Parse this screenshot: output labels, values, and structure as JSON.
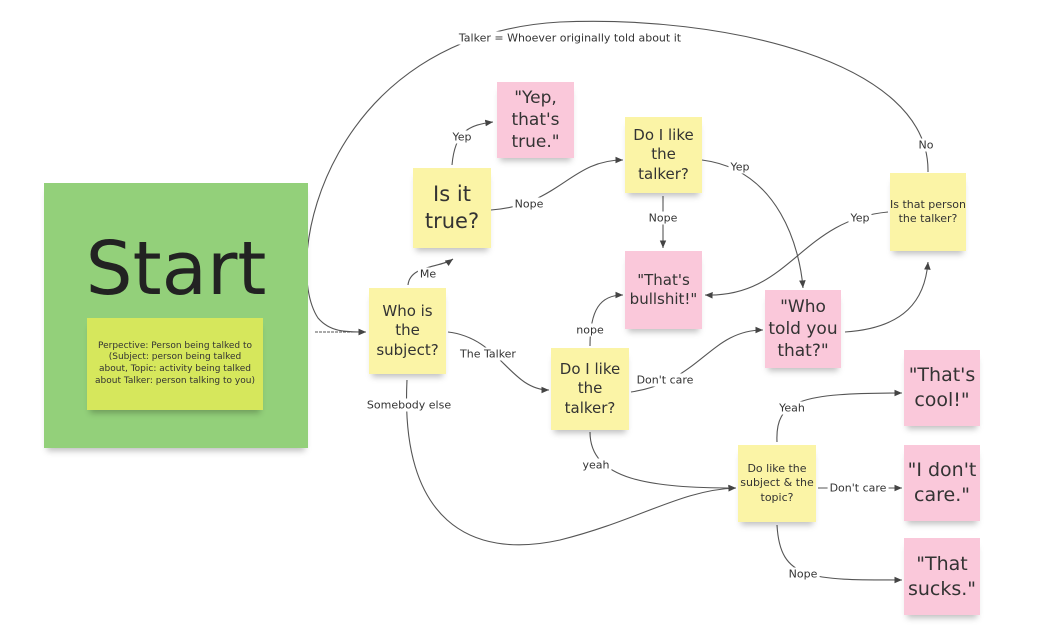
{
  "start": {
    "title": "Start",
    "legend": "Perpective: Person being talked to (Subject: person being talked about, Topic: activity being talked about Talker: person talking to you)"
  },
  "notes": {
    "who_subject": "Who is the subject?",
    "is_it_true": "Is it true?",
    "yep_true": "\"Yep, that's true.\"",
    "like_talker_1": "Do I like the talker?",
    "bullshit": "\"That's bullshit!\"",
    "like_talker_2": "Do I like the talker?",
    "who_told": "\"Who told you that?\"",
    "is_person_talker": "Is that person the talker?",
    "like_subject_topic": "Do like the subject & the topic?",
    "cool": "\"That's cool!\"",
    "dont_care": "\"I don't care.\"",
    "sucks": "\"That sucks.\""
  },
  "labels": {
    "talker_def": "Talker = Whoever originally told about it",
    "yep1": "Yep",
    "nope1": "Nope",
    "me": "Me",
    "yep2": "Yep",
    "nope2": "Nope",
    "no": "No",
    "yep3": "Yep",
    "the_talker": "The Talker",
    "nope3": "nope",
    "dont_care1": "Don't care",
    "somebody_else": "Somebody else",
    "yeah1": "Yeah",
    "yeah2": "yeah",
    "dont_care2": "Don't care",
    "nope4": "Nope"
  }
}
